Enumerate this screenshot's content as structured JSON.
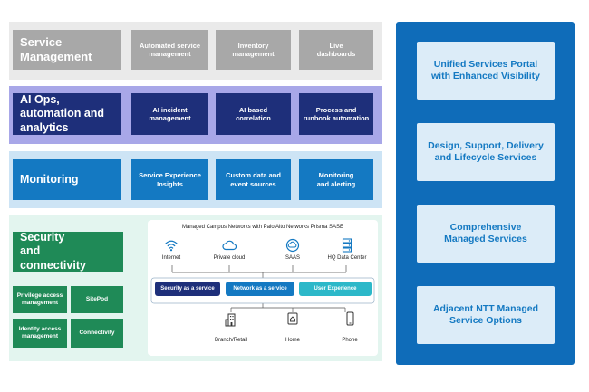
{
  "colors": {
    "gray_band": "#eaeaea",
    "gray_box": "#a8a8a8",
    "purple_band": "#a8a7e8",
    "navy_box": "#1e2f7a",
    "lightblue_band": "#cde4f5",
    "blue_box": "#1479c2",
    "green_band": "#e3f5ef",
    "green_box": "#1f8a57",
    "right_panel": "#0f6cb9",
    "portal_box": "#dcecf8",
    "teal_service": "#2cb8c9"
  },
  "service_management": {
    "heading": "Service Management",
    "items": [
      "Automated service management",
      "Inventory management",
      "Live dashboards"
    ]
  },
  "ai_ops": {
    "heading": "AI Ops, automation and analytics",
    "items": [
      "AI incident management",
      "AI based correlation",
      "Process and runbook automation"
    ]
  },
  "monitoring": {
    "heading": "Monitoring",
    "items": [
      "Service Experience Insights",
      "Custom data and event sources",
      "Monitoring and alerting"
    ]
  },
  "security": {
    "heading": "Security and connectivity",
    "items": [
      "Privilege access management",
      "SitePod",
      "Identity access management",
      "Connectivity"
    ]
  },
  "topology": {
    "title": "Managed Campus Networks with Palo Alto Networks Prisma SASE",
    "top_nodes": [
      {
        "label": "Internet",
        "icon": "wifi-icon"
      },
      {
        "label": "Private cloud",
        "icon": "cloud-icon"
      },
      {
        "label": "SAAS",
        "icon": "saas-cloud-icon"
      },
      {
        "label": "HQ Data Center",
        "icon": "server-icon"
      }
    ],
    "services": [
      "Security as a service",
      "Network as a service",
      "User Experience"
    ],
    "bottom_nodes": [
      {
        "label": "Branch/Retail",
        "icon": "building-icon"
      },
      {
        "label": "Home",
        "icon": "home-device-icon"
      },
      {
        "label": "Phone",
        "icon": "phone-icon"
      }
    ]
  },
  "right_panel": {
    "items": [
      "Unified Services Portal with Enhanced Visibility",
      "Design, Support, Delivery and Lifecycle Services",
      "Comprehensive Managed Services",
      "Adjacent NTT Managed Service Options"
    ]
  }
}
